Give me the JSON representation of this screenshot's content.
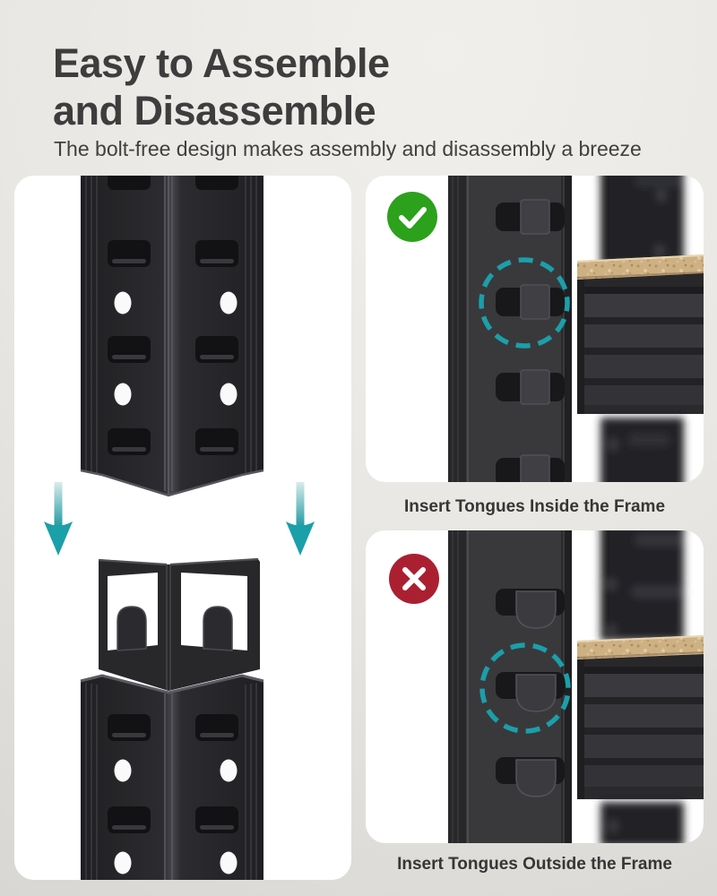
{
  "header": {
    "title_line1": "Easy to Assemble",
    "title_line2": "and Disassemble",
    "subtitle": "The bolt-free design makes assembly and disassembly a breeze"
  },
  "panels": {
    "left": {
      "icons": [
        "arrow-down-icon",
        "arrow-down-icon"
      ],
      "shows": "post section stacking"
    },
    "right_top": {
      "icon": "check-icon",
      "caption": "Insert Tongues Inside the Frame"
    },
    "right_bottom": {
      "icon": "x-icon",
      "caption": "Insert Tongues Outside the Frame"
    }
  },
  "colors": {
    "success_green": "#2CA11C",
    "error_red": "#AB2031",
    "accent_teal": "#1B9FA9",
    "wood_tan": "#CDB183",
    "title_text": "#3D3D3D",
    "caption_text": "#363636",
    "card_background": "#FFFFFF"
  }
}
